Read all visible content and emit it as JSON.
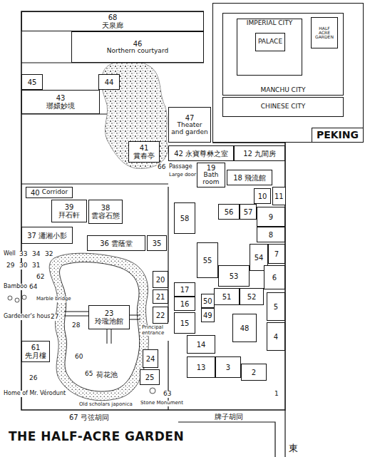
{
  "diagram": {
    "title": "THE HALF-ACRE GARDEN",
    "nodes": [
      {
        "text": [
          "PEKING"
        ]
      },
      {
        "text": [
          "MANCHU CITY"
        ],
        "in": 0
      },
      {
        "text": [
          "IMPERIAL CITY"
        ],
        "in": 1
      },
      {
        "text": [
          "PALACE"
        ],
        "in": 2
      },
      {
        "text": [
          "HALF ACRE GARDEN"
        ],
        "in": 1
      },
      {
        "text": [
          "CHINESE CITY"
        ],
        "in": 0
      },
      {
        "text": [
          "68",
          "天泉廊"
        ]
      },
      {
        "text": [
          "46",
          "Northern courtyard"
        ]
      },
      {
        "text": [
          "45"
        ]
      },
      {
        "text": [
          "44"
        ]
      },
      {
        "text": [
          "43",
          "瑯嬛妙境"
        ]
      },
      {
        "text": [
          "41",
          "賞春亭"
        ]
      },
      {
        "text": [
          "47",
          "Theater and garden"
        ]
      },
      {
        "text": [
          "42",
          "永寶尊彝之室"
        ]
      },
      {
        "text": [
          "12",
          "九間房"
        ]
      },
      {
        "text": [
          "40",
          "Corridor"
        ]
      },
      {
        "text": [
          "39",
          "拜石軒"
        ]
      },
      {
        "text": [
          "38",
          "雲容石態"
        ]
      },
      {
        "text": [
          "37",
          "瀟湘小影"
        ]
      },
      {
        "text": [
          "36",
          "雲蔭堂"
        ]
      },
      {
        "text": [
          "35"
        ]
      },
      {
        "text": [
          "19",
          "Bath room"
        ]
      },
      {
        "text": [
          "18",
          "飛流館"
        ]
      },
      {
        "text": [
          "10"
        ]
      },
      {
        "text": [
          "11"
        ]
      },
      {
        "text": [
          "58"
        ]
      },
      {
        "text": [
          "56"
        ]
      },
      {
        "text": [
          "57"
        ]
      },
      {
        "text": [
          "9"
        ]
      },
      {
        "text": [
          "8"
        ]
      },
      {
        "text": [
          "54"
        ]
      },
      {
        "text": [
          "7"
        ]
      },
      {
        "text": [
          "55"
        ]
      },
      {
        "text": [
          "53"
        ]
      },
      {
        "text": [
          "6"
        ]
      },
      {
        "text": [
          "17"
        ]
      },
      {
        "text": [
          "51"
        ]
      },
      {
        "text": [
          "52"
        ]
      },
      {
        "text": [
          "16"
        ]
      },
      {
        "text": [
          "50"
        ]
      },
      {
        "text": [
          "49"
        ]
      },
      {
        "text": [
          "5"
        ]
      },
      {
        "text": [
          "15"
        ]
      },
      {
        "text": [
          "48"
        ]
      },
      {
        "text": [
          "14"
        ]
      },
      {
        "text": [
          "4"
        ]
      },
      {
        "text": [
          "13"
        ]
      },
      {
        "text": [
          "3"
        ]
      },
      {
        "text": [
          "2"
        ]
      },
      {
        "text": [
          "20"
        ]
      },
      {
        "text": [
          "21"
        ]
      },
      {
        "text": [
          "22"
        ]
      },
      {
        "text": [
          "24"
        ]
      },
      {
        "text": [
          "25"
        ]
      },
      {
        "text": [
          "61",
          "先月樓"
        ]
      },
      {
        "text": [
          "23",
          "玲瓏池館"
        ]
      }
    ],
    "labels": [
      "66",
      "Passage",
      "Large door",
      "Well",
      "33",
      "34",
      "32",
      "29",
      "30",
      "31",
      "62",
      "Bamboo",
      "64",
      "Marble bridge",
      "Gardener's house",
      "27",
      "28",
      "60",
      "65",
      "荷花池",
      "26",
      "Home of Mr. Vérodunt",
      "Old scholars japonica",
      "63",
      "Stone Monument",
      "Principal entrance",
      "67",
      "弓弦胡同",
      "1",
      "牌子胡同",
      "東"
    ]
  }
}
